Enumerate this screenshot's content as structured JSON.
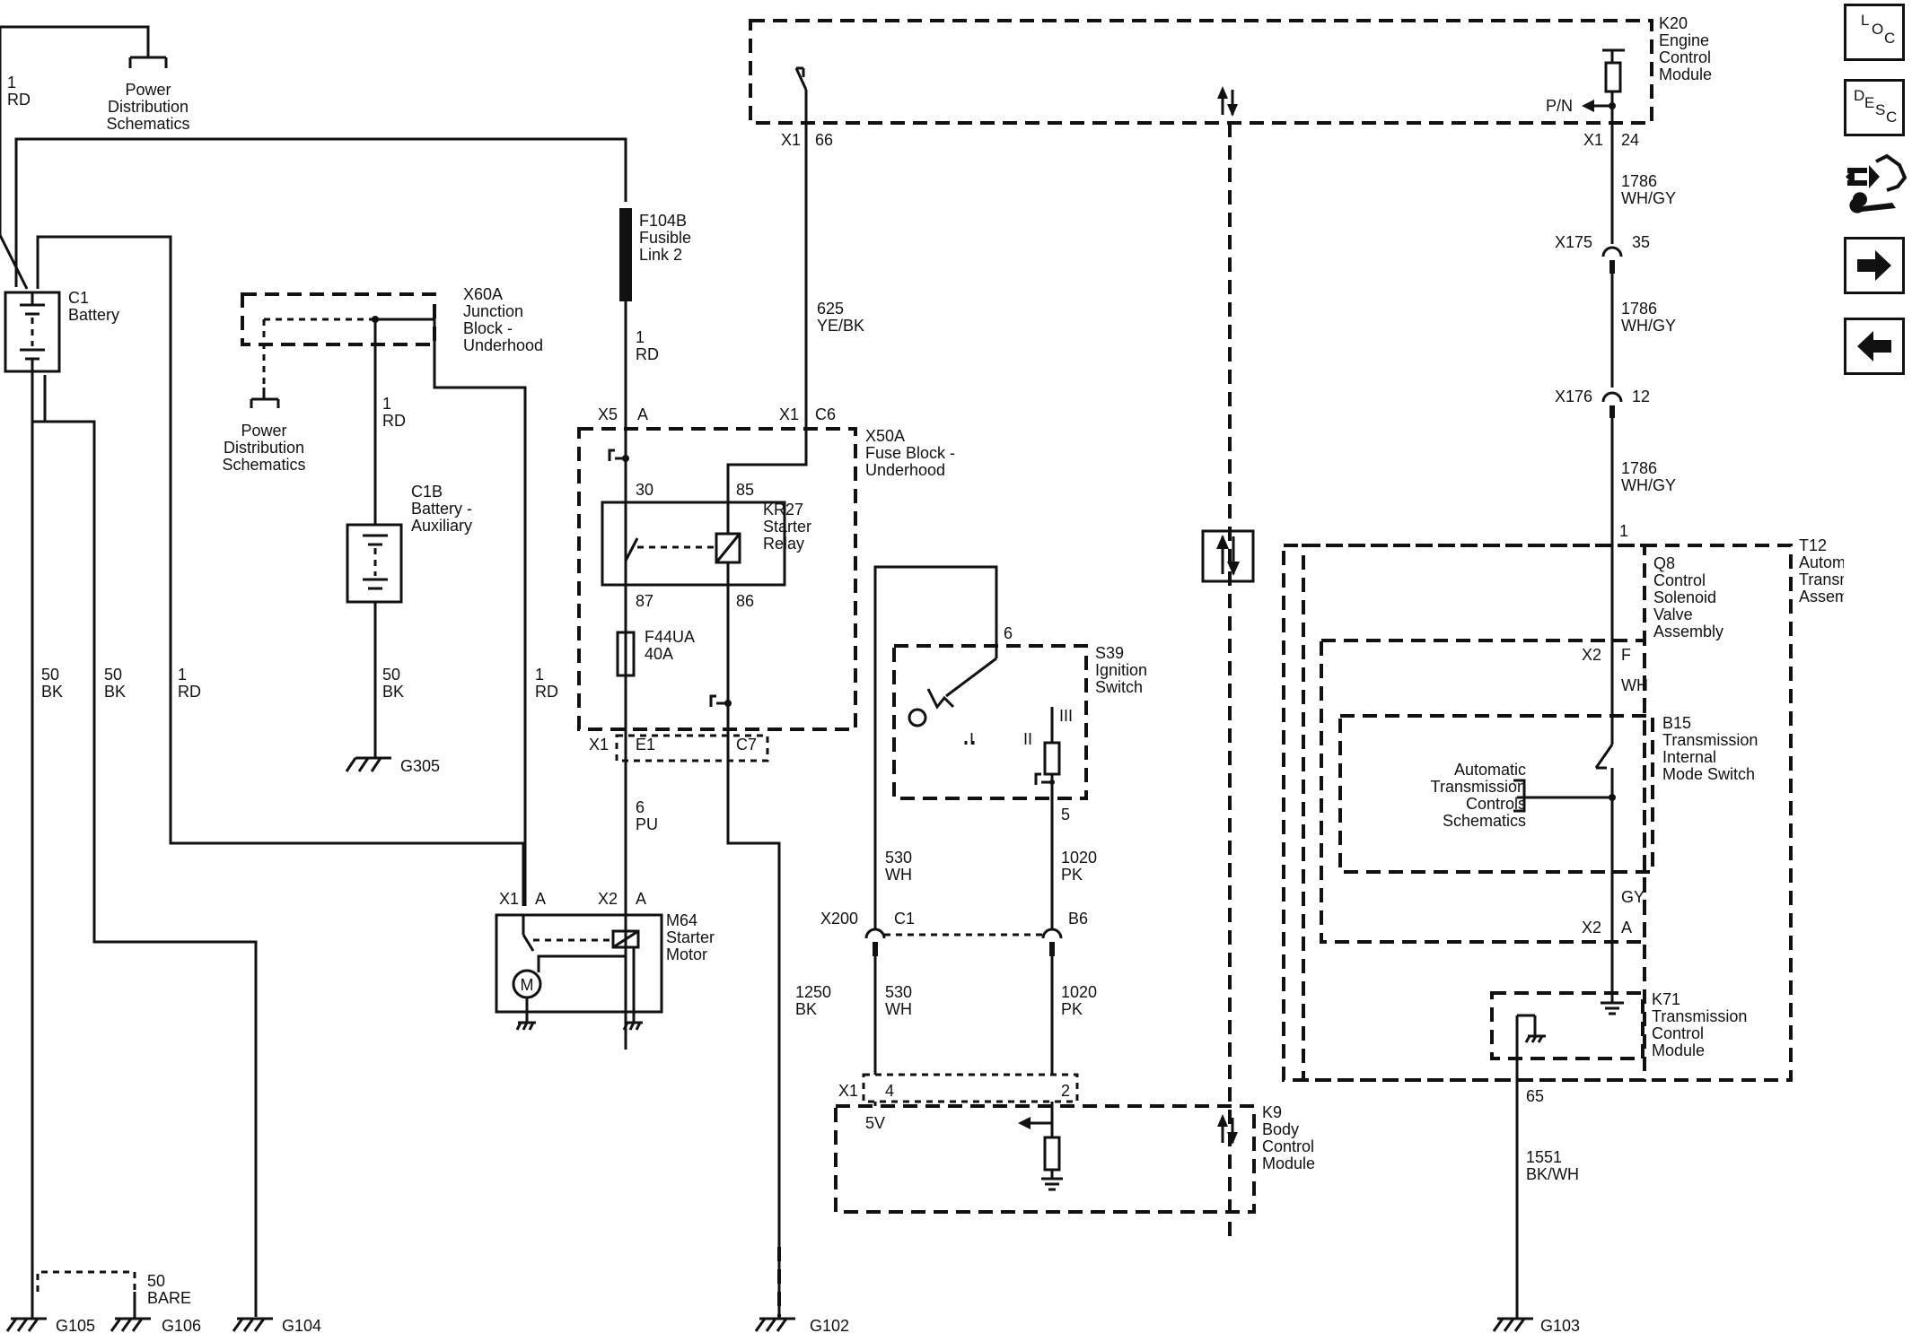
{
  "labels": {
    "wire_1rd_top": [
      "1",
      "RD"
    ],
    "power_dist_1": [
      "Power",
      "Distribution",
      "Schematics"
    ],
    "power_dist_2": [
      "Power",
      "Distribution",
      "Schematics"
    ],
    "c1": [
      "C1",
      "Battery"
    ],
    "x60a": [
      "X60A",
      "Junction",
      "Block -",
      "Underhood"
    ],
    "wire_x60a_1rd": [
      "1",
      "RD"
    ],
    "c1b": [
      "C1B",
      "Battery -",
      "Auxiliary"
    ],
    "wire_c1b_50bk": [
      "50",
      "BK"
    ],
    "g305": "G305",
    "f104b": [
      "F104B",
      "Fusible",
      "Link 2"
    ],
    "wire_fusible_1rd": [
      "1",
      "RD"
    ],
    "wire_625": [
      "625",
      "YE/BK"
    ],
    "x5": "X5",
    "pin_a_x5": "A",
    "x1_c6": "X1",
    "pin_c6": "C6",
    "x50a": [
      "X50A",
      "Fuse Block -",
      "Underhood"
    ],
    "pin_30": "30",
    "pin_85": "85",
    "pin_87": "87",
    "pin_86": "86",
    "kr27": [
      "KR27",
      "Starter",
      "Relay"
    ],
    "f44ua": [
      "F44UA",
      "40A"
    ],
    "x1_e1": "X1",
    "pin_e1": "E1",
    "pin_c7": "C7",
    "wire_6pu": [
      "6",
      "PU"
    ],
    "wire_50bk_a": [
      "50",
      "BK"
    ],
    "wire_50bk_b": [
      "50",
      "BK"
    ],
    "wire_1rd_left": [
      "1",
      "RD"
    ],
    "wire_1rd_mid": [
      "1",
      "RD"
    ],
    "x1_m64": "X1",
    "pin_a_m64": "A",
    "x2_m64": "X2",
    "pin_a2_m64": "A",
    "m64": [
      "M64",
      "Starter",
      "Motor"
    ],
    "motor_m": "M",
    "wire_1250": [
      "1250",
      "BK"
    ],
    "wire_50bare": [
      "50",
      "BARE"
    ],
    "g105": "G105",
    "g106": "G106",
    "g104": "G104",
    "g102": "G102",
    "g103": "G103",
    "x1_66": "X1",
    "pin_66": "66",
    "k20": [
      "K20",
      "Engine",
      "Control",
      "Module"
    ],
    "pn": "P/N",
    "x1_24": "X1",
    "pin_24": "24",
    "wire_1786_a": [
      "1786",
      "WH/GY"
    ],
    "x175": "X175",
    "pin_35": "35",
    "wire_1786_b": [
      "1786",
      "WH/GY"
    ],
    "x176": "X176",
    "pin_12": "12",
    "wire_1786_c": [
      "1786",
      "WH/GY"
    ],
    "pin_1": "1",
    "t12": [
      "T12",
      "Automatic",
      "Transmission",
      "Assembly"
    ],
    "q8": [
      "Q8",
      "Control",
      "Solenoid",
      "Valve",
      "Assembly"
    ],
    "x2_f": "X2",
    "pin_f": "F",
    "wire_wh": "WH",
    "b15": [
      "B15",
      "Transmission",
      "Internal",
      "Mode Switch"
    ],
    "atc": [
      "Automatic",
      "Transmission",
      "Controls",
      "Schematics"
    ],
    "wire_gy": "GY",
    "x2_a": "X2",
    "pin_a_t12": "A",
    "k71": [
      "K71",
      "Transmission",
      "Control",
      "Module"
    ],
    "pin_65": "65",
    "wire_1551": [
      "1551",
      "BK/WH"
    ],
    "pin_6_s39": "6",
    "s39": [
      "S39",
      "Ignition",
      "Switch"
    ],
    "ign_i": "I",
    "ign_ii": "II",
    "ign_iii": "III",
    "pin_5_s39": "5",
    "wire_530_a": [
      "530",
      "WH"
    ],
    "wire_1020_a": [
      "1020",
      "PK"
    ],
    "x200": "X200",
    "pin_c1": "C1",
    "pin_b6": "B6",
    "wire_530_b": [
      "530",
      "WH"
    ],
    "wire_1020_b": [
      "1020",
      "PK"
    ],
    "x1_k9": "X1",
    "pin_4": "4",
    "pin_2": "2",
    "v5": "5V",
    "k9": [
      "K9",
      "Body",
      "Control",
      "Module"
    ]
  },
  "nav": {
    "loc": [
      "L",
      "O",
      "C"
    ],
    "desc": [
      "D",
      "E",
      "S",
      "C"
    ]
  }
}
